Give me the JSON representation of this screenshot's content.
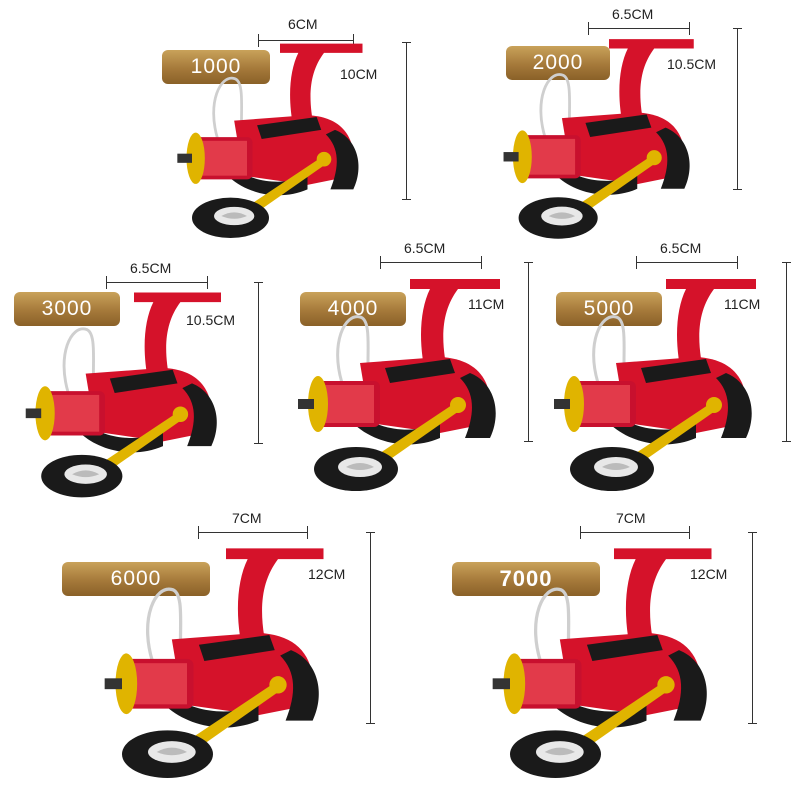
{
  "colors": {
    "badge_gold": "#a5793a",
    "reel_red": "#d5122a",
    "reel_gold": "#e0b400",
    "reel_black": "#1a1a1a"
  },
  "reels": [
    {
      "size": "1000",
      "width_label": "6CM",
      "height_label": "10CM"
    },
    {
      "size": "2000",
      "width_label": "6.5CM",
      "height_label": "10.5CM"
    },
    {
      "size": "3000",
      "width_label": "6.5CM",
      "height_label": "10.5CM"
    },
    {
      "size": "4000",
      "width_label": "6.5CM",
      "height_label": "11CM"
    },
    {
      "size": "5000",
      "width_label": "6.5CM",
      "height_label": "11CM"
    },
    {
      "size": "6000",
      "width_label": "7CM",
      "height_label": "12CM"
    },
    {
      "size": "7000",
      "width_label": "7CM",
      "height_label": "12CM"
    }
  ]
}
